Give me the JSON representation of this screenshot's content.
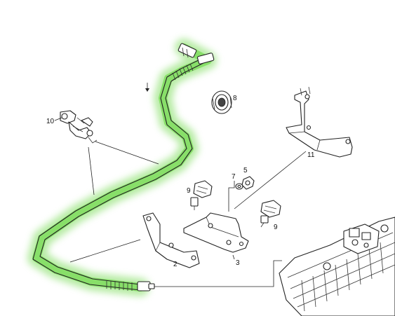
{
  "diagram": {
    "highlight_color": "#7CDC5A",
    "line_color": "#222222",
    "callouts": [
      {
        "id": "c10",
        "text": "10"
      },
      {
        "id": "c8",
        "text": "8"
      },
      {
        "id": "c11",
        "text": "11"
      },
      {
        "id": "c7",
        "text": "7"
      },
      {
        "id": "c5",
        "text": "5"
      },
      {
        "id": "c9a",
        "text": "9"
      },
      {
        "id": "c9b",
        "text": "9"
      },
      {
        "id": "c2",
        "text": "2"
      },
      {
        "id": "c3",
        "text": "3"
      }
    ]
  }
}
